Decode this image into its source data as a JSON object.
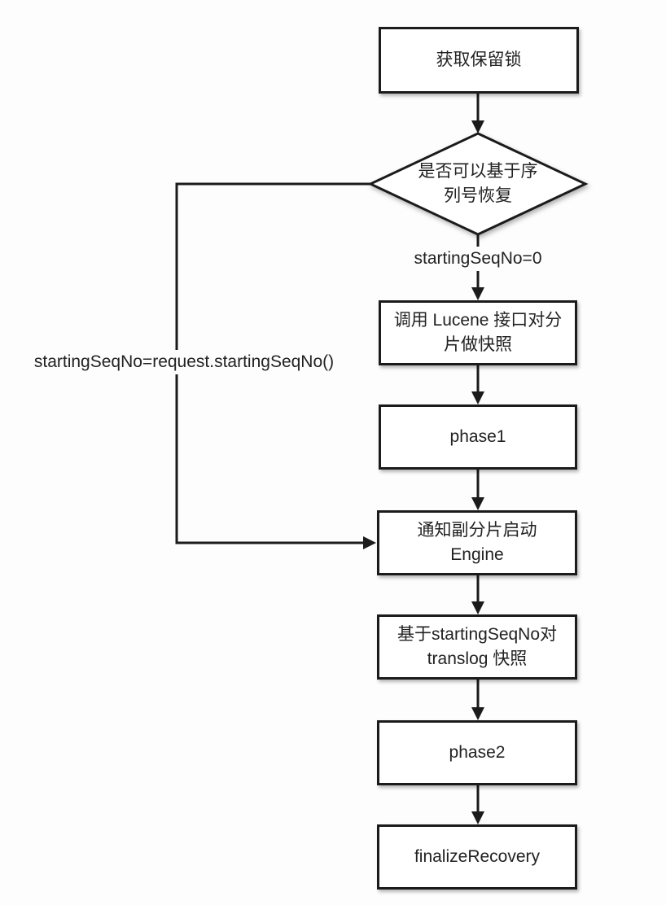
{
  "flowchart": {
    "nodes": {
      "acquire_lock": {
        "label": "获取保留锁",
        "shape": "rect"
      },
      "can_recover_seq": {
        "label": "是否可以基于序\n列号恢复",
        "shape": "diamond"
      },
      "lucene_snapshot": {
        "label": "调用 Lucene 接口对分\n片做快照",
        "shape": "rect"
      },
      "phase1": {
        "label": "phase1",
        "shape": "rect"
      },
      "notify_engine": {
        "label": "通知副分片启动\nEngine",
        "shape": "rect"
      },
      "translog_snapshot": {
        "label": "基于startingSeqNo对\ntranslog 快照",
        "shape": "rect"
      },
      "phase2": {
        "label": "phase2",
        "shape": "rect"
      },
      "finalize_recovery": {
        "label": "finalizeRecovery",
        "shape": "rect"
      }
    },
    "edge_labels": {
      "seq_zero": "startingSeqNo=0",
      "seq_request": "startingSeqNo=request.startingSeqNo()"
    },
    "colors": {
      "stroke": "#1b1b1b",
      "text": "#222222",
      "node_fill": "#ffffff",
      "background": "#fdfdfd"
    }
  }
}
